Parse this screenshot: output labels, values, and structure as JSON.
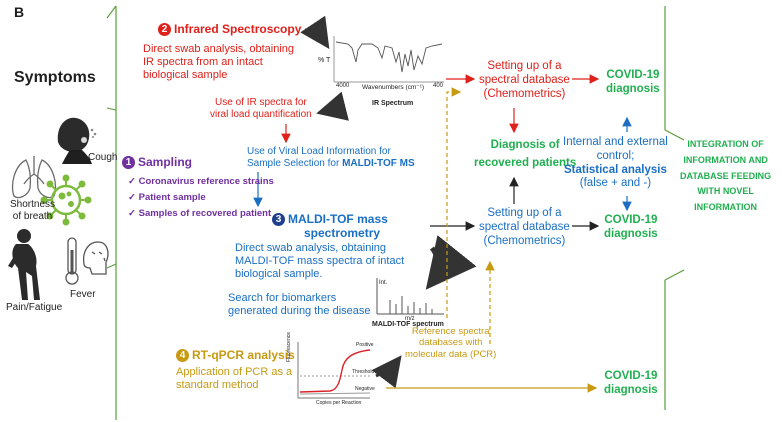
{
  "panel_label": "B",
  "symptoms": {
    "heading": "Symptoms",
    "cough": "Cough",
    "shortness_line1": "Shortness",
    "shortness_line2": "of breath",
    "pain": "Pain/Fatigue",
    "fever": "Fever"
  },
  "infrared": {
    "number": "2",
    "title": "Infrared Spectroscopy",
    "desc_lines": [
      "Direct swab analysis, obtaining",
      "IR spectra from an intact",
      "biological sample"
    ],
    "spectrum_ylabel": "% T",
    "spectrum_xlabel": "Wavenumbers (cm⁻¹)",
    "spectrum_tick_left": "4000",
    "spectrum_tick_right": "400",
    "spectrum_caption": "IR Spectrum",
    "viral_load_lines": [
      "Use of IR spectra for",
      "viral load quantification"
    ]
  },
  "sampling": {
    "number": "1",
    "title": "Sampling",
    "items": [
      "Coronavirus reference strains",
      "Patient  sample",
      "Samples of recovered patient"
    ],
    "check": "✓"
  },
  "viral_selection": {
    "lines": [
      "Use of Viral Load Information for",
      "Sample Selection for "
    ],
    "bold_tail": "MALDI-TOF MS"
  },
  "maldi": {
    "number": "3",
    "title_line1": "MALDI-TOF mass",
    "title_line2": "spectrometry",
    "desc_lines": [
      "Direct swab analysis, obtaining",
      "MALDI-TOF mass spectra of intact",
      "biological sample."
    ],
    "biomarker_lines": [
      "Search for biomarkers",
      "generated during the disease"
    ],
    "spectrum_ylabel": "Int.",
    "spectrum_xlabel": "m/z",
    "spectrum_caption": "MALDI-TOF spectrum"
  },
  "pcr": {
    "number": "4",
    "title": "RT-qPCR analysis",
    "desc_lines": [
      "Application of PCR as a",
      "standard method"
    ],
    "curve_ylabel": "Fluorescence",
    "curve_xlabel": "Copies per Reaction",
    "curve_positive": "Positive",
    "curve_threshold": "Threshold",
    "curve_negative": "Negative",
    "reference_lines": [
      "Reference spectra",
      "databases with",
      "molecular data (PCR)"
    ]
  },
  "database_top_lines": [
    "Setting up of a",
    "spectral database",
    "(Chemometrics)"
  ],
  "database_mid_lines": [
    "Setting up of a",
    "spectral database",
    "(Chemometrics)"
  ],
  "covid_top": [
    "COVID-19",
    "diagnosis"
  ],
  "covid_mid": [
    "COVID-19",
    "diagnosis"
  ],
  "covid_bottom": [
    "COVID-19",
    "diagnosis"
  ],
  "recovered": [
    "Diagnosis of",
    "recovered patients"
  ],
  "control": {
    "lines": [
      "Internal and external",
      "control;"
    ],
    "bold_line": "Statistical analysis",
    "tail_line": "(false + and -)"
  },
  "integration_lines": [
    "INTEGRATION OF",
    "INFORMATION AND",
    "DATABASE FEEDING",
    "WITH NOVEL",
    "INFORMATION"
  ],
  "colors": {
    "red": "#e0201a",
    "blue": "#1a6fc4",
    "purple": "#7030a0",
    "gold": "#c79a12",
    "green": "#20b050",
    "bracket_green": "#5a9e3a",
    "virus_green": "#7dbb3c"
  },
  "icons": [
    "lungs-icon",
    "coughing-person-icon",
    "virus-icon",
    "tired-person-icon",
    "thermometer-fever-icon"
  ]
}
